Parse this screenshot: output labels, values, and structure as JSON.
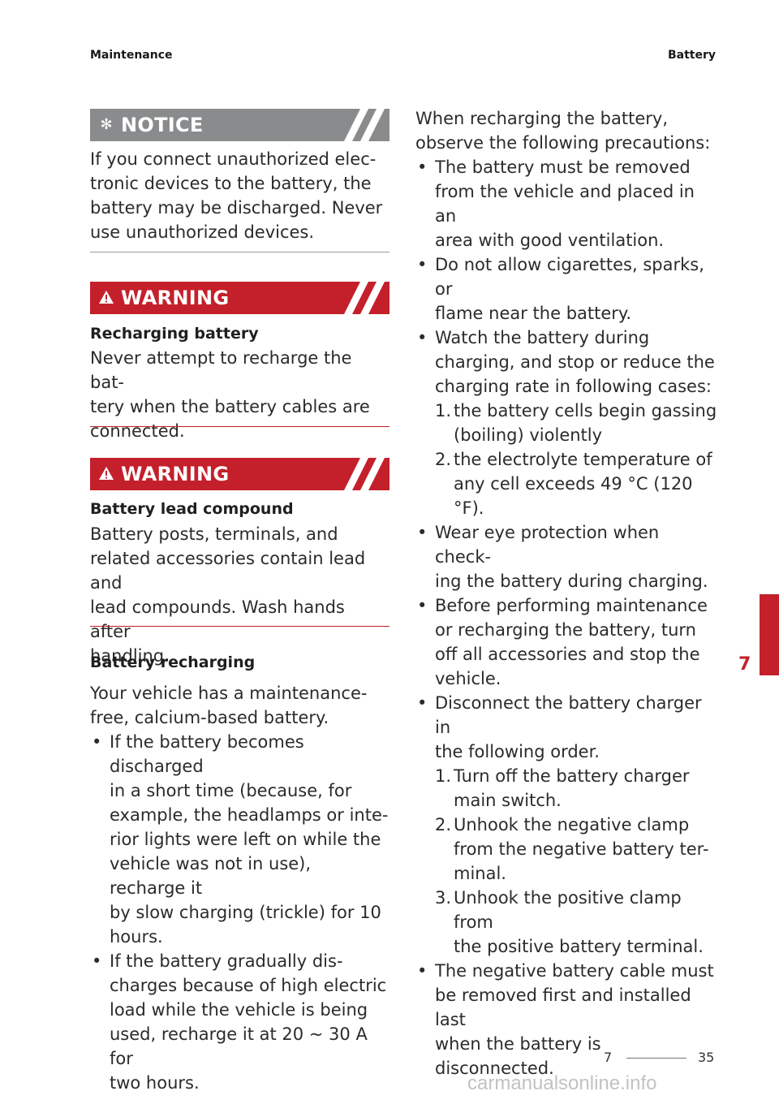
{
  "header": {
    "left": "Maintenance",
    "right": "Battery"
  },
  "notice": {
    "icon": "asterisk-icon",
    "title": "NOTICE",
    "text": [
      "If you connect unauthorized elec-",
      "tronic devices to the battery, the",
      "battery may be discharged. Never",
      "use unauthorized devices."
    ]
  },
  "warning1": {
    "icon": "warning-triangle-icon",
    "title": "WARNING",
    "subtitle": "Recharging battery",
    "text": [
      "Never attempt to recharge the bat-",
      "tery when the battery cables are",
      "connected."
    ]
  },
  "warning2": {
    "icon": "warning-triangle-icon",
    "title": "WARNING",
    "subtitle": "Battery lead compound",
    "text": [
      "Battery posts, terminals, and",
      "related accessories contain lead and",
      "lead compounds. Wash hands after",
      "handling."
    ]
  },
  "recharging": {
    "heading": "Battery recharging",
    "intro": [
      "Your vehicle has a maintenance-",
      "free, calcium-based battery."
    ],
    "bullets": [
      [
        "If the battery becomes discharged",
        "in a short time (because, for",
        "example, the headlamps or inte-",
        "rior lights were left on while the",
        "vehicle was not in use), recharge it",
        "by slow charging (trickle) for 10",
        "hours."
      ],
      [
        "If the battery gradually dis-",
        "charges because of high electric",
        "load while the vehicle is being",
        "used, recharge it at 20 ~ 30 A for",
        "two hours."
      ]
    ]
  },
  "precautions": {
    "intro": [
      "When recharging the battery,",
      "observe the following precautions:"
    ],
    "bullet1": [
      "The battery must be removed",
      "from the vehicle and placed in an",
      "area with good ventilation."
    ],
    "bullet2": [
      "Do not allow cigarettes, sparks, or",
      "flame near the battery."
    ],
    "bullet3": [
      "Watch the battery during",
      "charging, and stop or reduce the",
      "charging rate in following cases:"
    ],
    "bullet3_items": [
      {
        "n": "1.",
        "lines": [
          "the battery cells begin gassing",
          "(boiling) violently"
        ]
      },
      {
        "n": "2.",
        "lines": [
          "the electrolyte temperature of",
          "any cell exceeds 49 °C (120 °F)."
        ]
      }
    ],
    "bullet4": [
      "Wear eye protection when check-",
      "ing the battery during charging."
    ],
    "bullet5": [
      "Before performing maintenance",
      "or recharging the battery, turn",
      "off all accessories and stop the",
      "vehicle."
    ],
    "bullet6": [
      "Disconnect the battery charger in",
      "the following order."
    ],
    "bullet6_items": [
      {
        "n": "1.",
        "lines": [
          "Turn off the battery charger",
          "main switch."
        ]
      },
      {
        "n": "2.",
        "lines": [
          "Unhook the negative clamp",
          "from the negative battery ter-",
          "minal."
        ]
      },
      {
        "n": "3.",
        "lines": [
          "Unhook the positive clamp from",
          "the positive battery terminal."
        ]
      }
    ],
    "bullet7": [
      "The negative battery cable must",
      "be removed first and installed last",
      "when the battery is disconnected."
    ]
  },
  "chapter_tab": "7",
  "footer": {
    "chapter": "7",
    "page": "35"
  },
  "watermark": "carmanualsonline.info",
  "colors": {
    "accent_red": "#c4202b",
    "notice_grey": "#8a8b8d"
  }
}
